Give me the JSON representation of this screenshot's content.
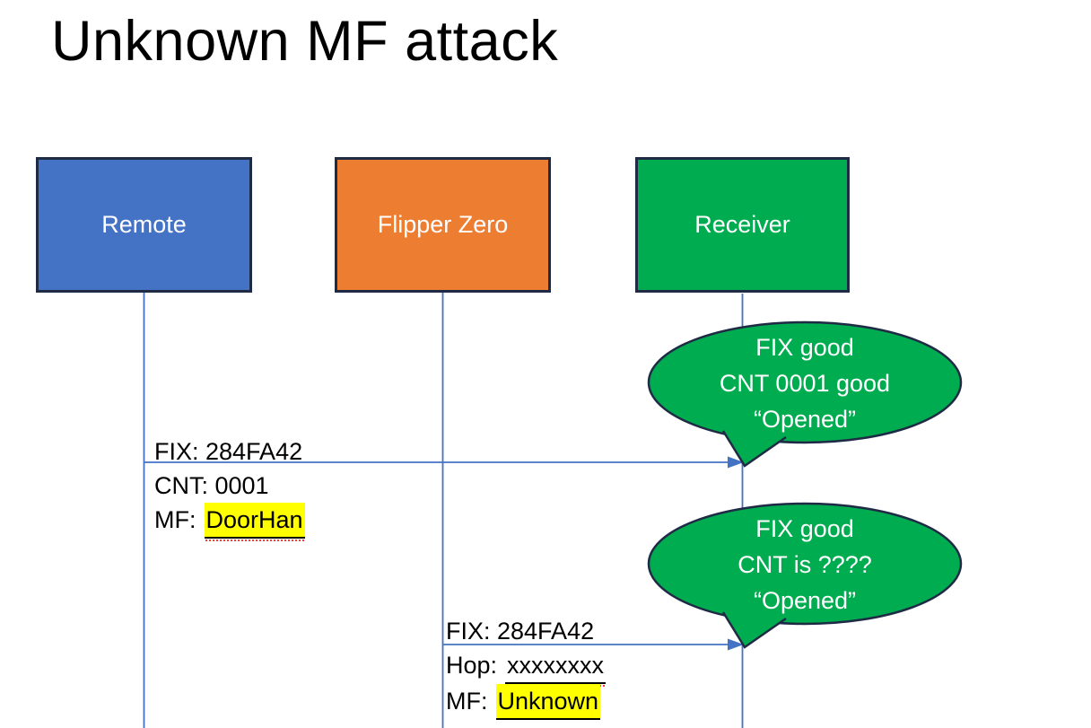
{
  "title": "Unknown MF attack",
  "actors": [
    {
      "label": "Remote",
      "fill": "#4472C4"
    },
    {
      "label": "Flipper Zero",
      "fill": "#ED7D31"
    },
    {
      "label": "Receiver",
      "fill": "#00AC50"
    }
  ],
  "message1": {
    "line1": "FIX: 284FA42",
    "line2": "CNT: 0001",
    "line3_prefix": "MF:",
    "line3_value": "DoorHan"
  },
  "message2": {
    "line1": "FIX: 284FA42",
    "line2_prefix": "Hop:",
    "line2_value": "xxxxxxxx",
    "line3_prefix": "MF:",
    "line3_value": "Unknown"
  },
  "callout1": {
    "line1": "FIX good",
    "line2": "CNT 0001 good",
    "line3": "“Opened”"
  },
  "callout2": {
    "line1": "FIX good",
    "line2": "CNT is ????",
    "line3": "“Opened”"
  },
  "colors": {
    "actor_border": "#1F2B45",
    "connector_blue": "#4472C4",
    "callout_fill": "#00AC50",
    "highlight": "#FFFF00",
    "squiggle_red": "#FF3B2F",
    "text_dark": "#000000",
    "text_light": "#FFFFFF"
  }
}
